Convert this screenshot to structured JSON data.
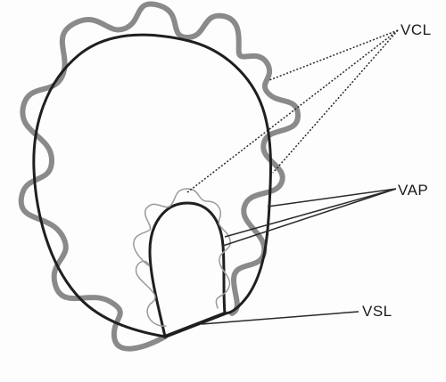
{
  "labels": {
    "vcl": "VCL",
    "vap": "VAP",
    "vsl": "VSL"
  },
  "colors": {
    "curvilinear_path": "#8a8a8a",
    "average_path": "#1f1f1f",
    "leader_lines": "#2a2a2a",
    "inner_wavy_path": "#9a9a9a"
  }
}
